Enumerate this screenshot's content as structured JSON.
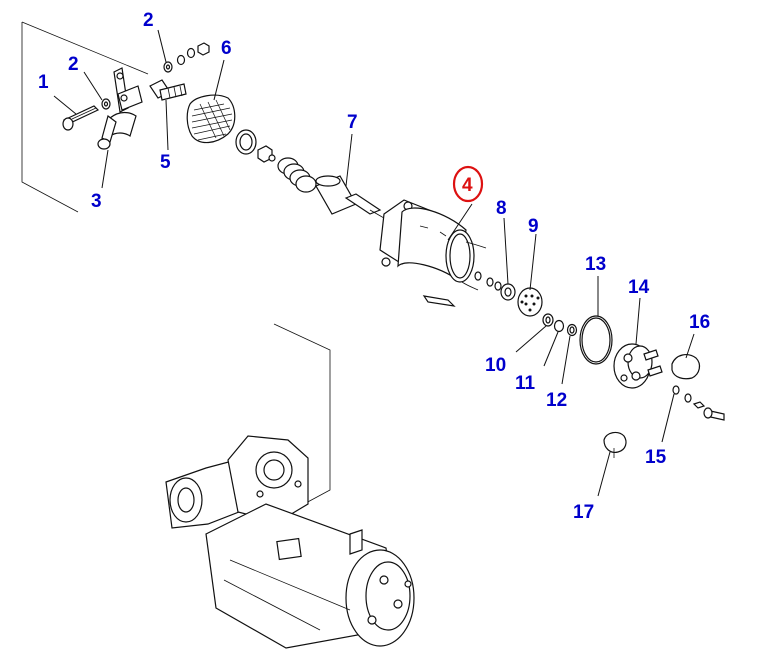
{
  "diagram": {
    "callout_color": "#0000cc",
    "highlight_color": "#dd1111",
    "highlighted_callout": "4",
    "callouts": [
      {
        "id": "c1",
        "label": "1"
      },
      {
        "id": "c2a",
        "label": "2"
      },
      {
        "id": "c2b",
        "label": "2"
      },
      {
        "id": "c3",
        "label": "3"
      },
      {
        "id": "c4",
        "label": "4"
      },
      {
        "id": "c5",
        "label": "5"
      },
      {
        "id": "c6",
        "label": "6"
      },
      {
        "id": "c7",
        "label": "7"
      },
      {
        "id": "c8",
        "label": "8"
      },
      {
        "id": "c9",
        "label": "9"
      },
      {
        "id": "c10",
        "label": "10"
      },
      {
        "id": "c11",
        "label": "11"
      },
      {
        "id": "c12",
        "label": "12"
      },
      {
        "id": "c13",
        "label": "13"
      },
      {
        "id": "c14",
        "label": "14"
      },
      {
        "id": "c15",
        "label": "15"
      },
      {
        "id": "c16",
        "label": "16"
      },
      {
        "id": "c17",
        "label": "17"
      }
    ]
  }
}
